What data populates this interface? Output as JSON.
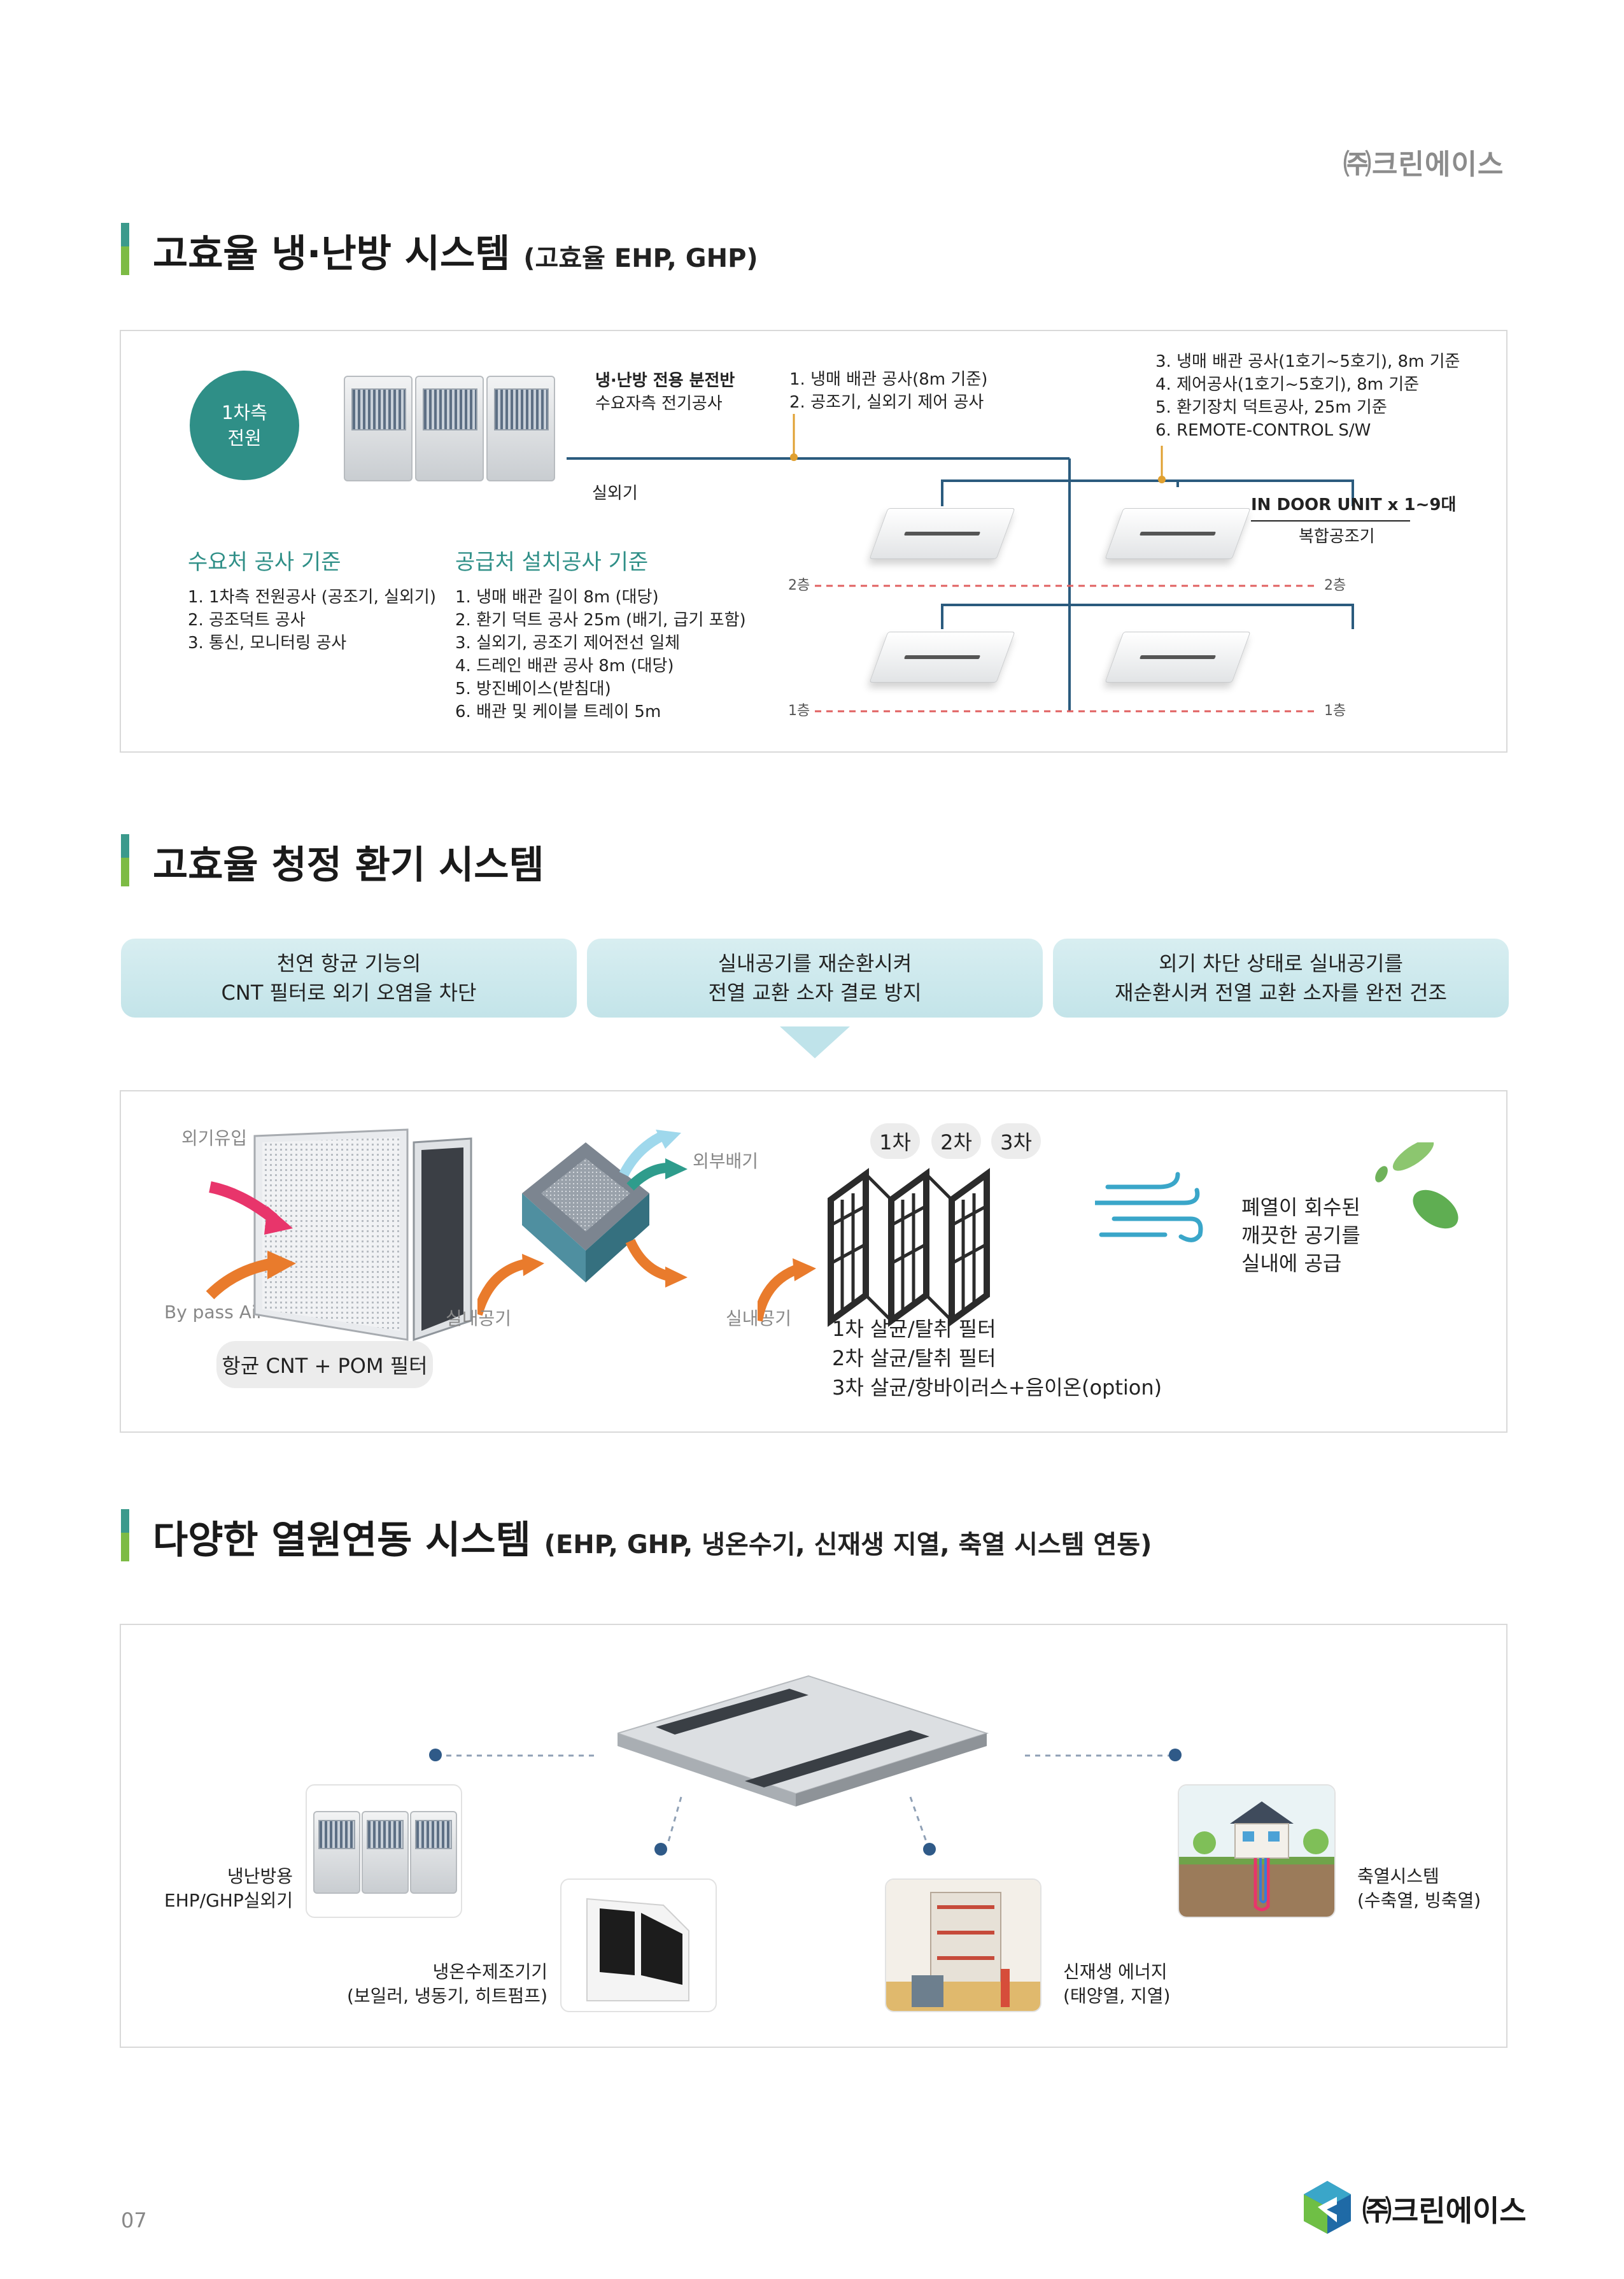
{
  "header": {
    "company": "㈜크린에이스"
  },
  "section1": {
    "title": "고효율 냉·난방 시스템",
    "subtitle": "(고효율 EHP, GHP)",
    "power_circle": [
      "1차측",
      "전원"
    ],
    "panel_note": [
      "냉·난방 전용 분전반",
      "수요자측 전기공사"
    ],
    "outdoor_label": "실외기",
    "note_mid": [
      "1. 냉매 배관 공사(8m 기준)",
      "2. 공조기, 실외기 제어 공사"
    ],
    "note_right": [
      "3. 냉매 배관 공사(1호기~5호기), 8m 기준",
      "4. 제어공사(1호기~5호기), 8m 기준",
      "5. 환기장치 덕트공사, 25m 기준",
      "6. REMOTE-CONTROL S/W"
    ],
    "indoor_unit": "IN DOOR UNIT x 1~9대",
    "indoor_sub": "복합공조기",
    "floor2": "2층",
    "floor1": "1층",
    "demand": {
      "heading": "수요처 공사 기준",
      "items": [
        "1. 1차측 전원공사 (공조기, 실외기)",
        "2. 공조덕트 공사",
        "3. 통신, 모니터링 공사"
      ]
    },
    "supply": {
      "heading": "공급처 설치공사 기준",
      "items": [
        "1. 냉매 배관 길이 8m (대당)",
        "2. 환기 덕트 공사 25m (배기, 급기 포함)",
        "3. 실외기, 공조기 제어전선 일체",
        "4. 드레인 배관 공사 8m (대당)",
        "5. 방진베이스(받침대)",
        "6. 배관 및 케이블 트레이 5m"
      ]
    }
  },
  "section2": {
    "title": "고효율 청정 환기 시스템",
    "pills": [
      [
        "천연 항균 기능의",
        "CNT 필터로 외기 오염을 차단"
      ],
      [
        "실내공기를 재순환시켜",
        "전열 교환 소자 결로 방지"
      ],
      [
        "외기 차단 상태로 실내공기를",
        "재순환시켜 전열 교환 소자를 완전 건조"
      ]
    ],
    "intake": "외기유입",
    "bypass": "By pass Air",
    "filter_tag": "항균 CNT + POM 필터",
    "indoor_air_1": "실내공기",
    "exhaust": "외부배기",
    "indoor_air_2": "실내공기",
    "stages": [
      "1차",
      "2차",
      "3차"
    ],
    "stage_desc": [
      "1차 살균/탈취 필터",
      "2차 살균/탈취 필터",
      "3차 살균/항바이러스+음이온(option)"
    ],
    "result": [
      "폐열이 회수된",
      "깨끗한 공기를",
      "실내에 공급"
    ]
  },
  "section3": {
    "title": "다양한 열원연동 시스템",
    "subtitle": "(EHP, GHP, 냉온수기, 신재생 지열, 축열 시스템 연동)",
    "items": [
      {
        "lines": [
          "냉난방용",
          "EHP/GHP실외기"
        ]
      },
      {
        "lines": [
          "냉온수제조기기",
          "(보일러, 냉동기, 히트펌프)"
        ]
      },
      {
        "lines": [
          "신재생 에너지",
          "(태양열, 지열)"
        ]
      },
      {
        "lines": [
          "축열시스템",
          "(수축열, 빙축열)"
        ]
      }
    ]
  },
  "footer": {
    "page": "07",
    "company": "㈜크린에이스"
  },
  "colors": {
    "teal": "#2f8f87",
    "green": "#7dbb45",
    "pipe": "#2b5b7e",
    "orange": "#e97b2c",
    "pink": "#e8356b",
    "dashed": "#e06060"
  }
}
